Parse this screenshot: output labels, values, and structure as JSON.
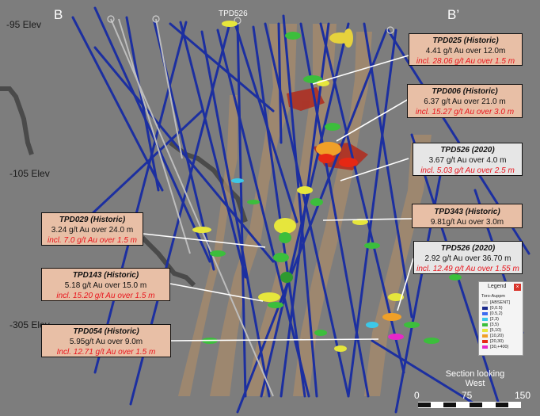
{
  "section": {
    "left_label": "B",
    "right_label": "B’",
    "hole_label": "TPD526",
    "looking_label": "Section looking West"
  },
  "elevations": [
    "95 Elev",
    "-105 Elev",
    "-305 Elev"
  ],
  "callouts": [
    {
      "title": "TPD025 (Historic)",
      "main": "4.41 g/t Au over 12.0m",
      "incl": "incl. 28.06 g/t Au over 1.5 m",
      "style": "tan"
    },
    {
      "title": "TPD006 (Historic)",
      "main": "6.37 g/t Au over 21.0 m",
      "incl": "incl. 15.27 g/t Au over 3.0 m",
      "style": "tan"
    },
    {
      "title": "TPD526 (2020)",
      "main": "3.67 g/t Au over 4.0 m",
      "incl": "incl. 5.03 g/t Au over 2.5 m",
      "style": "white"
    },
    {
      "title": "TPD029 (Historic)",
      "main": "3.24 g/t Au over 24.0 m",
      "incl": "incl. 7.0 g/t Au over 1.5 m",
      "style": "tan"
    },
    {
      "title": "TPD343 (Historic)",
      "main": "9.81g/t Au over 3.0m",
      "incl": "",
      "style": "tan"
    },
    {
      "title": "TPD526 (2020)",
      "main": "2.92 g/t Au over  36.70 m",
      "incl": "incl. 12.49 g/t Au over 1.55 m",
      "style": "white"
    },
    {
      "title": "TPD143 (Historic)",
      "main": "5.18 g/t Au over 15.0 m",
      "incl": "incl. 15.20 g/t Au over 1.5 m",
      "style": "tan"
    },
    {
      "title": "TPD054 (Historic)",
      "main": "5.95g/t Au over 9.0m",
      "incl": "Incl. 12.71 g/t Au over 1.5 m",
      "style": "tan"
    }
  ],
  "legend": {
    "title": "Legend",
    "subtitle": "Toro-Auppm",
    "entries": [
      {
        "label": "[ABSENT]",
        "color": "#c8c8c8"
      },
      {
        "label": "[0,0.5)",
        "color": "#1a2a8c"
      },
      {
        "label": "[0.5,2)",
        "color": "#3c6cf0"
      },
      {
        "label": "[2,3)",
        "color": "#3cc8e8"
      },
      {
        "label": "[3,5)",
        "color": "#3cbe3c"
      },
      {
        "label": "[5,10)",
        "color": "#e6e63c"
      },
      {
        "label": "[10,20)",
        "color": "#f0a028"
      },
      {
        "label": "[20,30)",
        "color": "#e62814"
      },
      {
        "label": "[30,+400)",
        "color": "#e628c8"
      }
    ]
  },
  "scale": {
    "ticks": [
      "0",
      "75",
      "150"
    ]
  },
  "colors": {
    "background": "#7d7d7d",
    "drillhole": "#1c2fa0",
    "vein_zone": "#a98a6a",
    "callout_tan": "#e8bfa6",
    "callout_white": "#e6e6e6",
    "incl_text": "#e8141c"
  }
}
